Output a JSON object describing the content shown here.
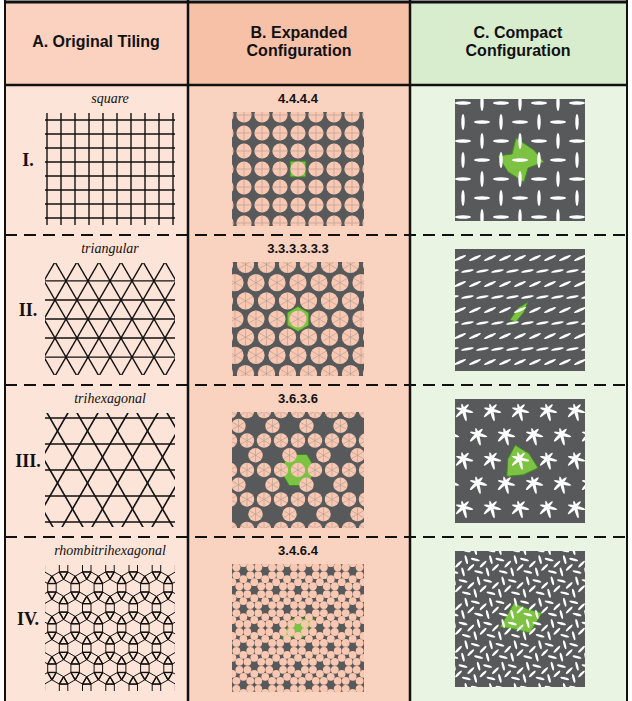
{
  "diagram": {
    "labels": [
      "A. Original Tiling",
      "B. Expanded Configuration",
      "C. Compact Configuration",
      "I.",
      "square",
      "4.4.4.4",
      "II.",
      "triangular",
      "3.3.3.3.3.3",
      "III.",
      "trihexagonal",
      "3.6.3.6",
      "IV.",
      "rhombitrihexagonal",
      "3.4.6.4"
    ]
  }
}
